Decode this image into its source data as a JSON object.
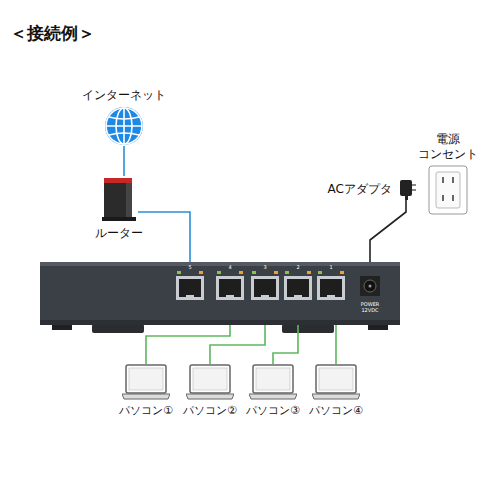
{
  "diagram": {
    "title": "＜接続例＞",
    "nodes": [
      {
        "text": [
          "インターネット"
        ]
      },
      {
        "text": [
          "ルーター"
        ]
      },
      {
        "text": [
          "5",
          "4",
          "3",
          "2",
          "1",
          "POWER 12VDC"
        ]
      },
      {
        "text": [
          "ACアダプタ"
        ]
      },
      {
        "text": [
          "電源 コンセント"
        ]
      },
      {
        "text": [
          "パソコン①"
        ]
      },
      {
        "text": [
          "パソコン②"
        ]
      },
      {
        "text": [
          "パソコン③"
        ]
      },
      {
        "text": [
          "パソコン④"
        ]
      }
    ],
    "edges": [
      {
        "from": 0,
        "to": 1,
        "arrow": "none"
      },
      {
        "from": 1,
        "to": 2,
        "arrow": "none"
      },
      {
        "from": 2,
        "to": 5,
        "arrow": "none"
      },
      {
        "from": 2,
        "to": 6,
        "arrow": "none"
      },
      {
        "from": 2,
        "to": 7,
        "arrow": "none"
      },
      {
        "from": 2,
        "to": 8,
        "arrow": "none"
      },
      {
        "from": 3,
        "to": 2,
        "arrow": "none"
      }
    ]
  }
}
